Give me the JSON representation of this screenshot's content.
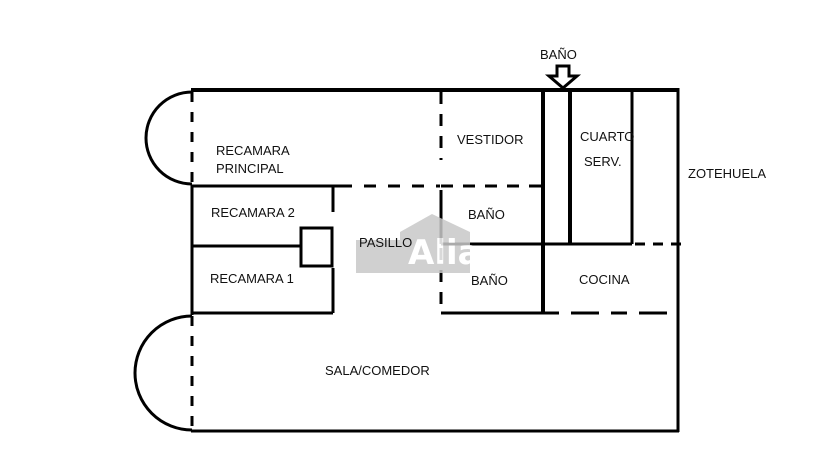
{
  "plan": {
    "labels": {
      "top_bano": "BAÑO",
      "recamara_principal_1": "RECAMARA",
      "recamara_principal_2": "PRINCIPAL",
      "vestidor": "VESTIDOR",
      "cuarto_1": "CUARTO",
      "cuarto_2": "SERV.",
      "zotehuela": "ZOTEHUELA",
      "recamara_2": "RECAMARA 2",
      "bano_upper": "BAÑO",
      "pasillo": "PASILLO",
      "recamara_1": "RECAMARA 1",
      "bano_lower": "BAÑO",
      "cocina": "COCINA",
      "sala_comedor": "SALA/COMEDOR"
    },
    "watermark": "Alia",
    "colors": {
      "wall": "#000000",
      "background": "#ffffff",
      "watermark": "#c8c8c8"
    }
  }
}
